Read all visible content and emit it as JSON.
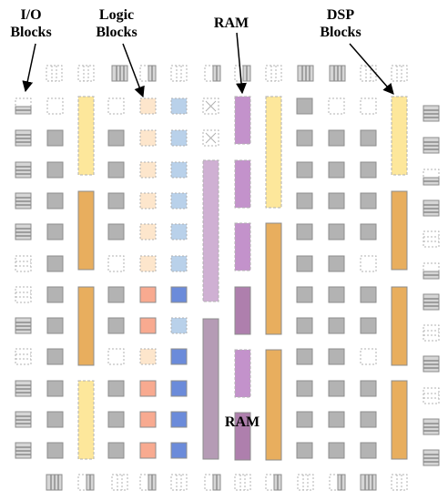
{
  "labels": {
    "io": [
      "I/O",
      "Blocks"
    ],
    "logic": [
      "Logic",
      "Blocks"
    ],
    "ram_top": "RAM",
    "ram_mid": "RAM",
    "dsp": [
      "DSP",
      "Blocks"
    ]
  },
  "colors": {
    "logic_block": "#b3b3b3",
    "logic_border": "#8c8c8c",
    "dashed_border": "#b0b0b0",
    "io_bar": "#8a8a8a",
    "io_fill": "#d6d6d6",
    "dsp_light": "#fde79b",
    "dsp_dark": "#e8ae5e",
    "ram_light": "#cfb0d3",
    "ram_mid": "#c392cb",
    "ram_dark": "#ae7fad",
    "ram_dark2": "#b59bb5",
    "logic_light": "#fde6cc",
    "logic_salmon": "#f8aa90",
    "blue_light": "#b9d1ea",
    "blue_dark": "#6b8bda",
    "arrow": "#000000"
  }
}
